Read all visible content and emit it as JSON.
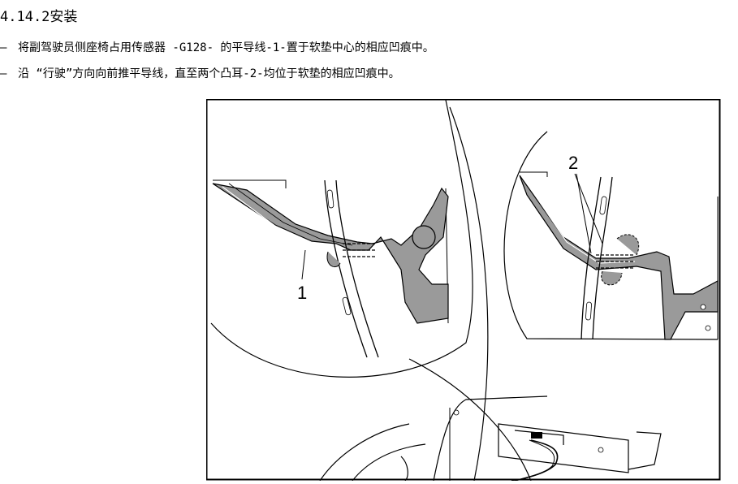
{
  "section": {
    "number": "4.14.2",
    "title": "安装"
  },
  "steps": [
    {
      "marker": "–",
      "text": "将副驾驶员侧座椅占用传感器 -G128- 的平导线-1-置于软垫中心的相应凹痕中。"
    },
    {
      "marker": "–",
      "text": "沿 “行驶”方向向前推平导线，直至两个凸耳-2-均位于软垫的相应凹痕中。"
    }
  ],
  "figure": {
    "callouts": [
      "1",
      "2"
    ],
    "colors": {
      "stroke": "#000000",
      "cable_fill": "#9a9a9a",
      "background": "#ffffff"
    }
  }
}
